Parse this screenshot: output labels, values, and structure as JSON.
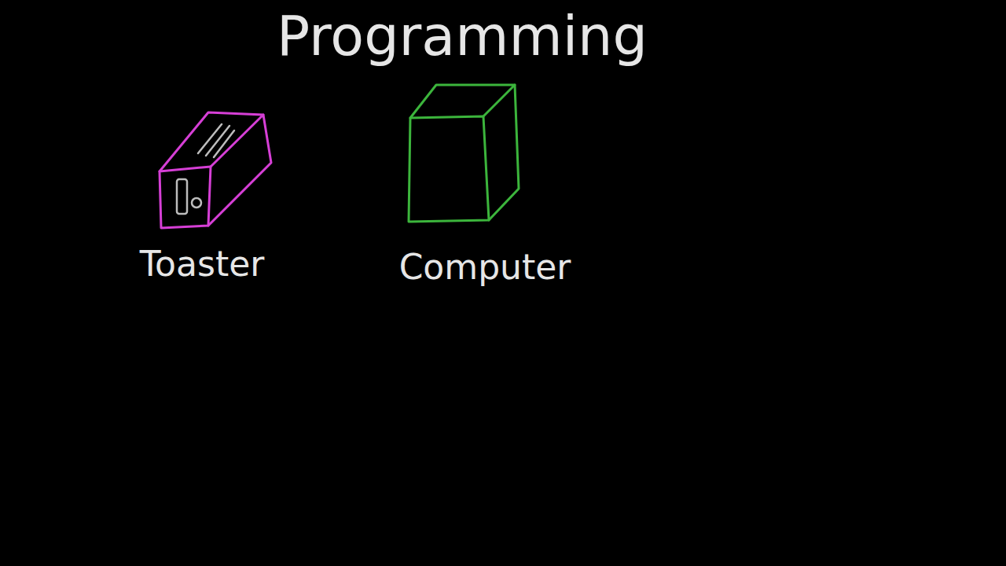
{
  "diagram": {
    "title": "Programming",
    "labels": [
      "Toaster",
      "Computer"
    ]
  }
}
